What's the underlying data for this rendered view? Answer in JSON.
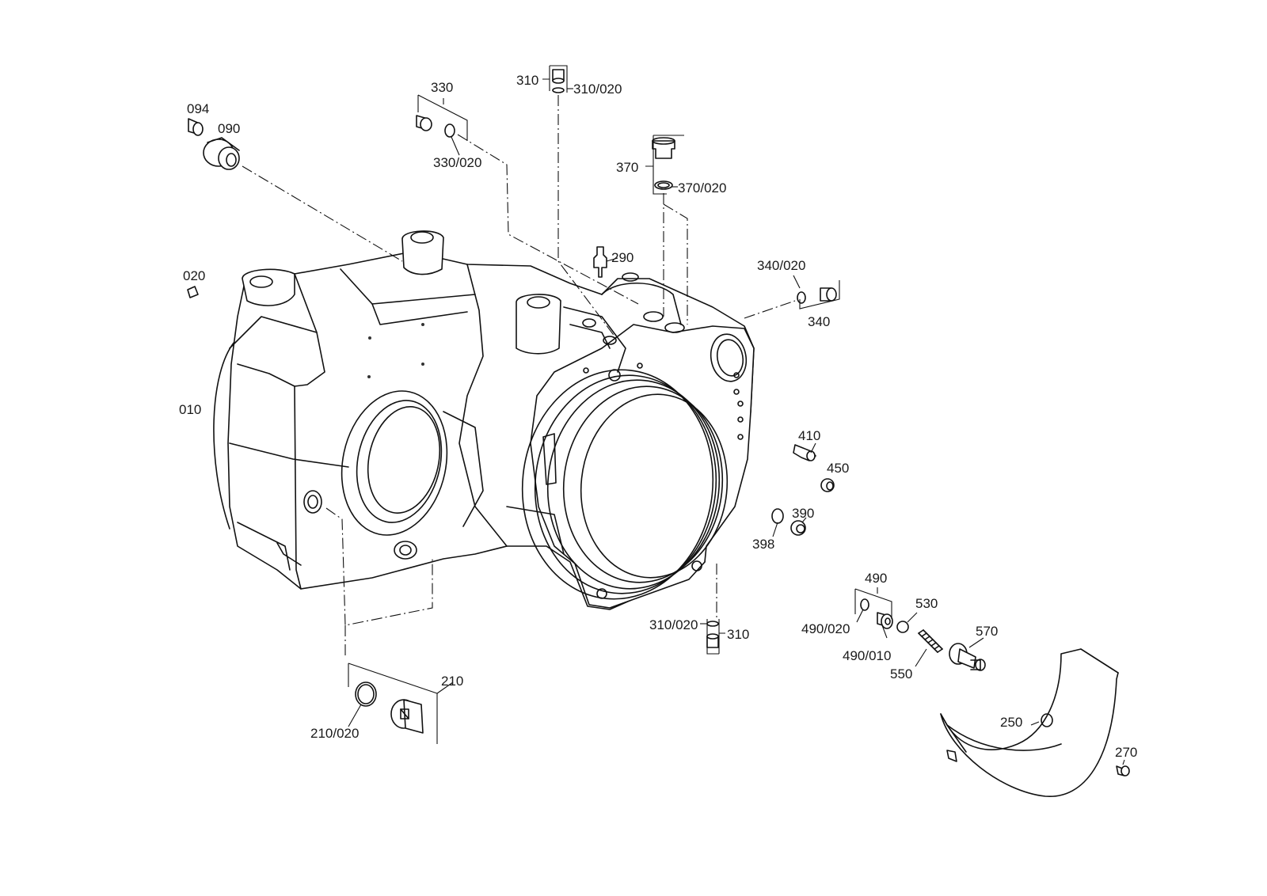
{
  "labels": {
    "p094": "094",
    "p090": "090",
    "p020": "020",
    "p010": "010",
    "p330": "330",
    "p330_020": "330/020",
    "p310_top": "310",
    "p310_020_top": "310/020",
    "p370": "370",
    "p370_020": "370/020",
    "p290": "290",
    "p340_020": "340/020",
    "p340": "340",
    "p410": "410",
    "p450": "450",
    "p390": "390",
    "p398": "398",
    "p490": "490",
    "p490_020": "490/020",
    "p490_010": "490/010",
    "p530": "530",
    "p550": "550",
    "p570": "570",
    "p310_020_bot": "310/020",
    "p310_bot": "310",
    "p210": "210",
    "p210_020": "210/020",
    "p250": "250",
    "p270": "270"
  }
}
